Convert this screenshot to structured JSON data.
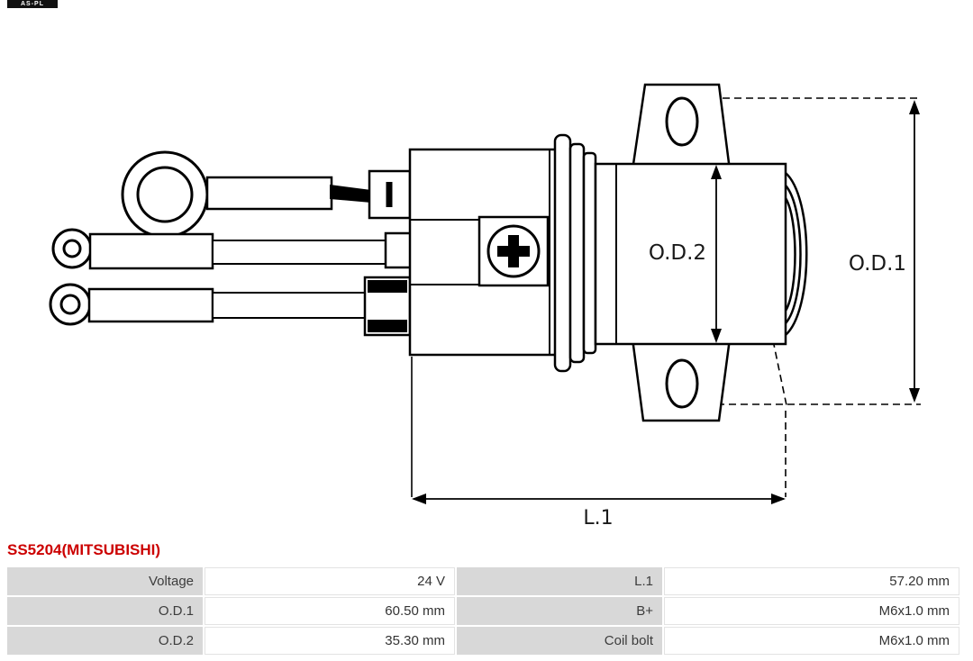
{
  "colors": {
    "accent": "#cc0000",
    "cell": "#d8d8d8"
  },
  "logo": {
    "text": "AS-PL"
  },
  "part": {
    "number": "SS5204(MITSUBISHI)"
  },
  "diagram": {
    "labels": {
      "od1": "O.D.1",
      "od2": "O.D.2",
      "l1": "L.1"
    }
  },
  "table": {
    "rows": [
      {
        "c0": "Voltage",
        "c1": "24 V",
        "c2": "L.1",
        "c3": "57.20 mm"
      },
      {
        "c0": "O.D.1",
        "c1": "60.50 mm",
        "c2": "B+",
        "c3": "M6x1.0 mm"
      },
      {
        "c0": "O.D.2",
        "c1": "35.30 mm",
        "c2": "Coil bolt",
        "c3": "M6x1.0 mm"
      }
    ]
  }
}
